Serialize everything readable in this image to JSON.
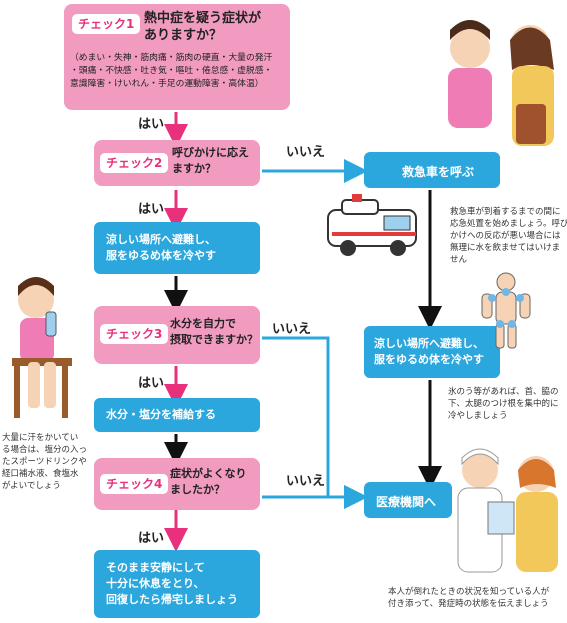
{
  "check1": {
    "badge": "チェック1",
    "title": "熱中症を疑う症状が\nありますか？",
    "detail": "（めまい・失神・筋肉痛・筋肉の硬直・大量の発汗\n・頭痛・不快感・吐き気・嘔吐・倦怠感・虚脱感・\n意識障害・けいれん・手足の運動障害・高体温）"
  },
  "check2": {
    "badge": "チェック2",
    "title": "呼びかけに応え\nますか？"
  },
  "check3": {
    "badge": "チェック3",
    "title": "水分を自力で\n摂取できますか？"
  },
  "check4": {
    "badge": "チェック4",
    "title": "症状がよくなり\nましたか？"
  },
  "steps": {
    "cool_left": "涼しい場所へ避難し、\n服をゆるめ体を冷やす",
    "hydrate": "水分・塩分を補給する",
    "rest": "そのまま安静にして\n十分に休息をとり、\n回復したら帰宅しましょう",
    "ambulance": "救急車を呼ぶ",
    "cool_right": "涼しい場所へ避難し、\n服をゆるめ体を冷やす",
    "hospital": "医療機関へ"
  },
  "labels": {
    "yes": "はい",
    "no": "いいえ"
  },
  "notes": {
    "ambulance_note": "救急車が到着するまでの間に\n応急処置を始めましょう。呼び\nかけへの反応が悪い場合には\n無理に水を飲ませてはいけま\nせん",
    "cooling_note": "氷のう等があれば、首、脇の\n下、太腿のつけ根を集中的に\n冷やしましょう",
    "hospital_note": "本人が倒れたときの状況を知っている人が\n付き添って、発症時の状態を伝えましょう",
    "drink_note": "大量に汗をかいてい\nる場合は、塩分の入っ\nたスポーツドリンクや\n経口補水液、食塩水\nがよいでしょう"
  },
  "colors": {
    "pink": "#f29bc0",
    "pink_arrow": "#e8307c",
    "blue": "#2ba7de",
    "arrow_dark": "#111111"
  }
}
